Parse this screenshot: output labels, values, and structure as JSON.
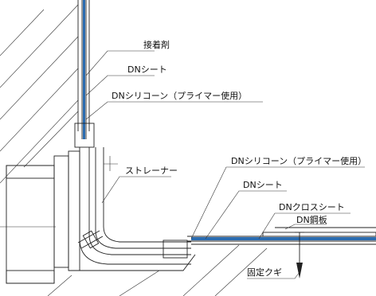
{
  "labels": {
    "adhesive": "接着剤",
    "dn_sheet_top": "DNシート",
    "dn_silicone_top": "DNシリコーン（プライマー使用）",
    "strainer": "ストレーナー",
    "dn_silicone_right": "DNシリコーン（プライマー使用）",
    "dn_sheet_right": "DNシート",
    "dn_cross_sheet": "DNクロスシート",
    "dn_steel_plate": "DN鋼板",
    "fixing_nail": "固定クギ"
  },
  "colors": {
    "sheet_blue": "#2b6cb0",
    "line": "#222222"
  }
}
